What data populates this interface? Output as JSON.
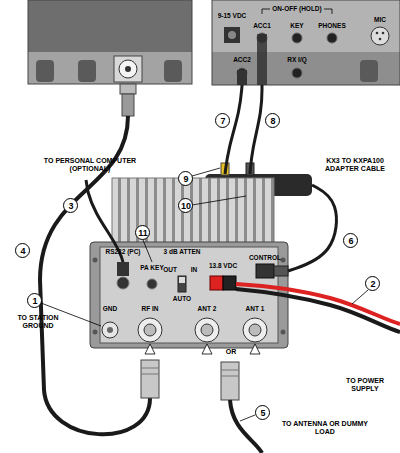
{
  "diagram": {
    "nodes": [
      {
        "text": [
          "9-15 VDC",
          "ON-OFF (HOLD)",
          "ACC1",
          "KEY",
          "PHONES",
          "MIC",
          "ACC2",
          "RX I/Q"
        ]
      },
      {
        "text": [
          "KX3 TO KXPA100 ADAPTER CABLE"
        ]
      },
      {
        "text": [
          "RS232 (PC)",
          "PA KEY",
          "3 dB ATTEN",
          "OUT",
          "IN",
          "AUTO",
          "13.8 VDC",
          "CONTROL",
          "GND",
          "RF IN",
          "ANT 2",
          "ANT 1"
        ]
      },
      {
        "text": [
          "1"
        ]
      },
      {
        "text": [
          "2"
        ]
      },
      {
        "text": [
          "3"
        ]
      },
      {
        "text": [
          "4"
        ]
      },
      {
        "text": [
          "5"
        ]
      },
      {
        "text": [
          "6"
        ]
      },
      {
        "text": [
          "7"
        ]
      },
      {
        "text": [
          "8"
        ]
      },
      {
        "text": [
          "9"
        ]
      },
      {
        "text": [
          "10"
        ]
      },
      {
        "text": [
          "11"
        ]
      }
    ],
    "edges": [
      {
        "from": 0,
        "to": 1,
        "arrow": "none"
      },
      {
        "from": 0,
        "to": 1,
        "arrow": "none"
      },
      {
        "from": 1,
        "to": 2,
        "arrow": "none"
      }
    ],
    "labels": [
      "TO PERSONAL COMPUTER (OPTIONAL)",
      "TO STATION GROUND",
      "TO POWER SUPPLY",
      "TO ANTENNA OR DUMMY LOAD",
      "OR"
    ]
  }
}
